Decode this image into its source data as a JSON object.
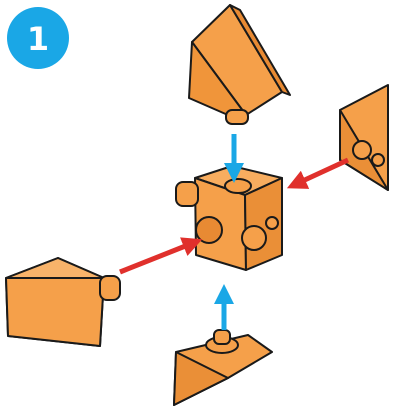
{
  "step": {
    "number": "1"
  },
  "colors": {
    "badge": "#1aa7e6",
    "badge_text": "#ffffff",
    "block_fill": "#f5a04a",
    "block_stroke": "#1a1a1a",
    "arrow_blue": "#1aa7e6",
    "arrow_red": "#e0302c"
  },
  "parts": [
    "center-cube",
    "top-wedge",
    "right-wedge",
    "left-wedge",
    "bottom-wedge"
  ],
  "arrows": [
    {
      "name": "top-wedge-arrow",
      "color": "blue"
    },
    {
      "name": "bottom-wedge-arrow",
      "color": "blue"
    },
    {
      "name": "right-wedge-arrow",
      "color": "red"
    },
    {
      "name": "left-wedge-arrow",
      "color": "red"
    }
  ]
}
